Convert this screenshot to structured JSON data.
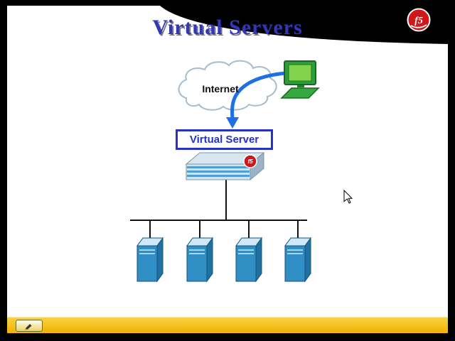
{
  "slide": {
    "title": "Virtual Servers"
  },
  "logo": {
    "text": "f5"
  },
  "diagram": {
    "internet_label": "Internet",
    "virtual_server_label": "Virtual Server",
    "device_badge": "f5",
    "server_count": 4,
    "icons": [
      "cloud-icon",
      "computer-icon",
      "curved-arrow-icon",
      "bigip-device-icon",
      "server-tower-icon",
      "mouse-cursor-icon",
      "pen-icon",
      "f5-logo-icon"
    ]
  },
  "toolbar": {
    "pen_icon": "pen"
  },
  "colors": {
    "title_blue": "#3237b8",
    "box_blue": "#2433c4",
    "arrow_blue": "#1f6fe8",
    "logo_red": "#d01818",
    "toolbar_yellow": "#f2bb10",
    "server_blue": "#2f8fc5",
    "computer_green": "#2e9e3a"
  }
}
